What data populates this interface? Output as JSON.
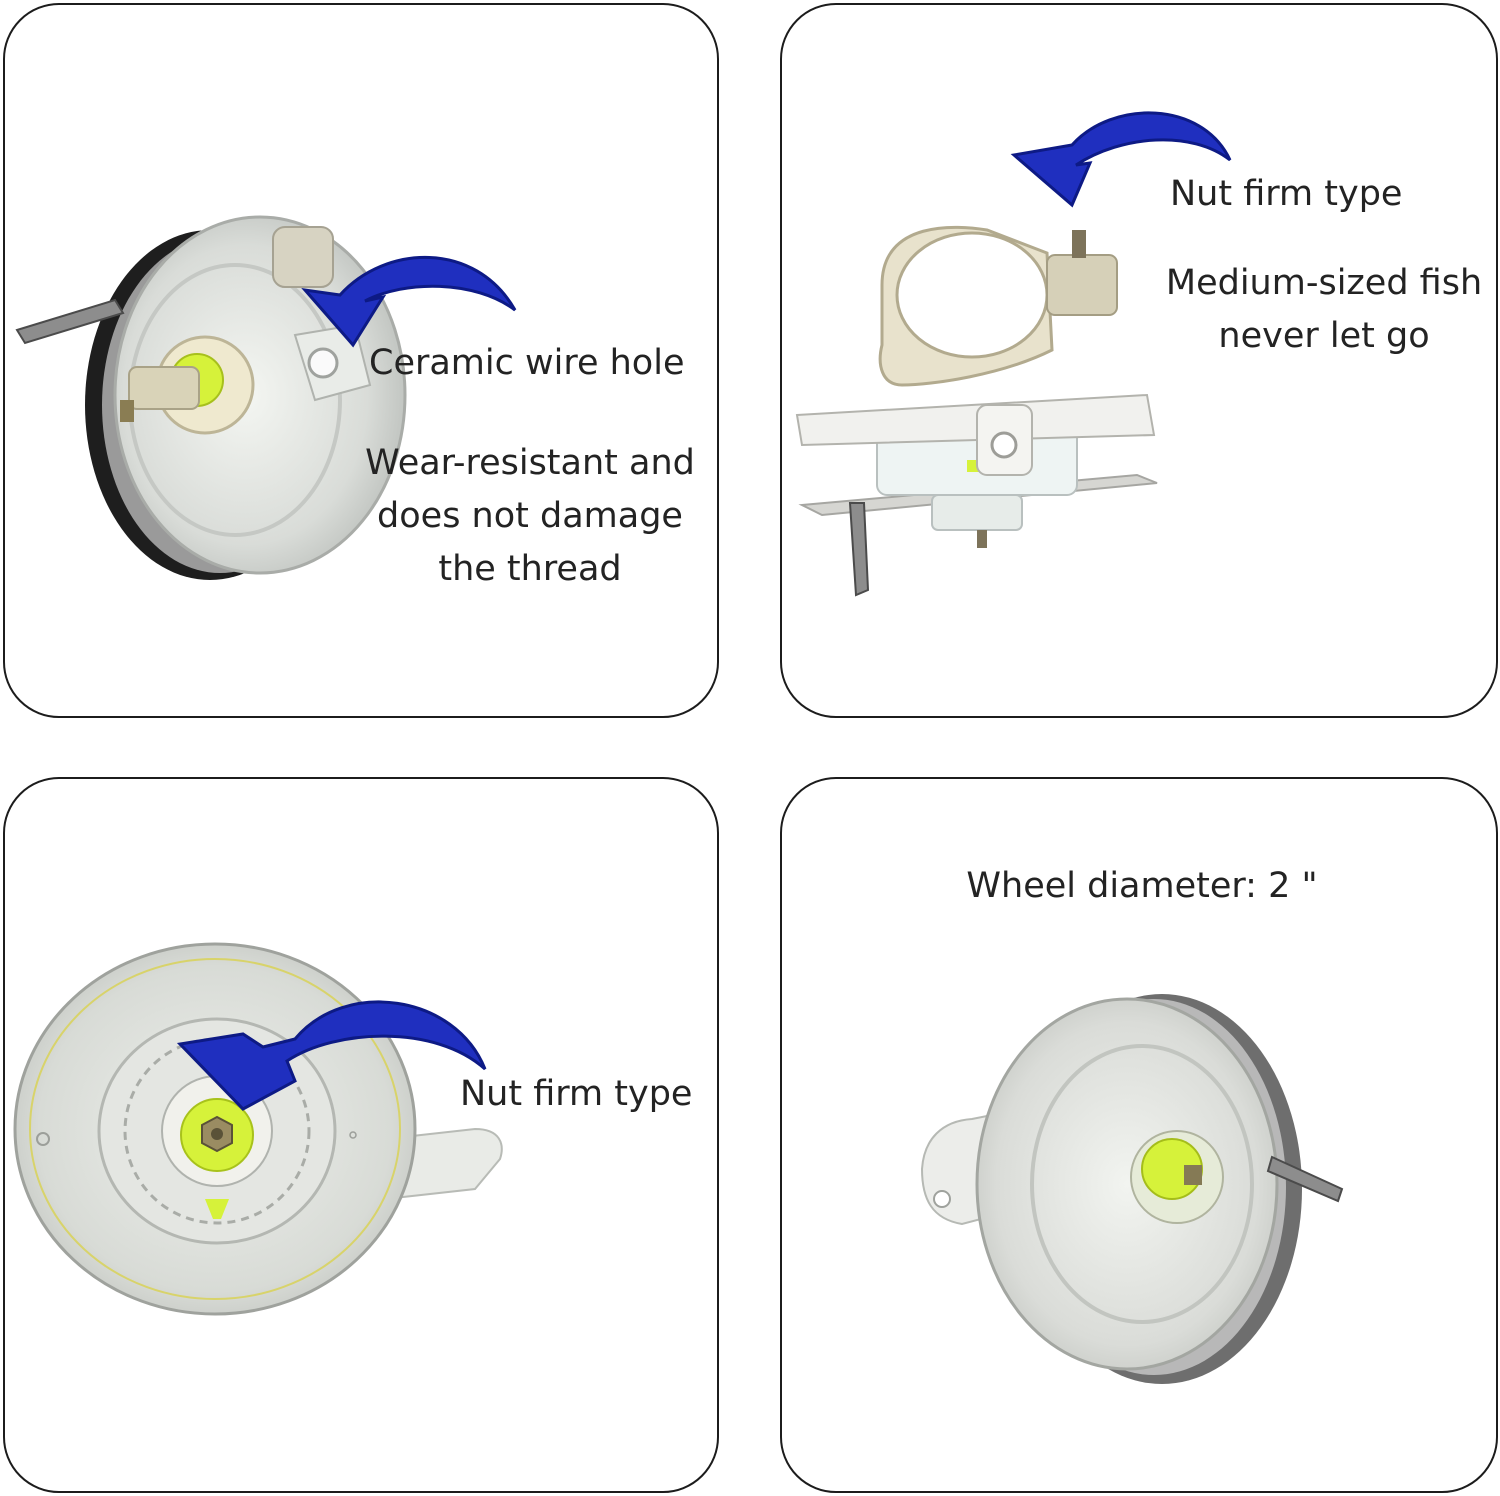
{
  "panels": [
    {
      "id": "ceramic-wire-hole",
      "captions": [
        "Ceramic wire hole",
        "Wear-resistant and",
        "does not damage",
        "the thread"
      ],
      "arrow_icon": "curved-blue-arrow-icon"
    },
    {
      "id": "clamp-view",
      "captions": [
        "Nut firm type",
        "Medium-sized fish",
        "never let go"
      ],
      "arrow_icon": "curved-blue-arrow-icon"
    },
    {
      "id": "front-view",
      "captions": [
        "Nut firm type"
      ],
      "arrow_icon": "curved-blue-arrow-icon"
    },
    {
      "id": "side-view",
      "captions": [
        "Wheel diameter: 2 \""
      ]
    }
  ],
  "colors": {
    "arrow": "#1f2fbf",
    "arrow_edge": "#0d1a85",
    "accent_green": "#d6f23a",
    "frame": "#1c1c1c"
  }
}
